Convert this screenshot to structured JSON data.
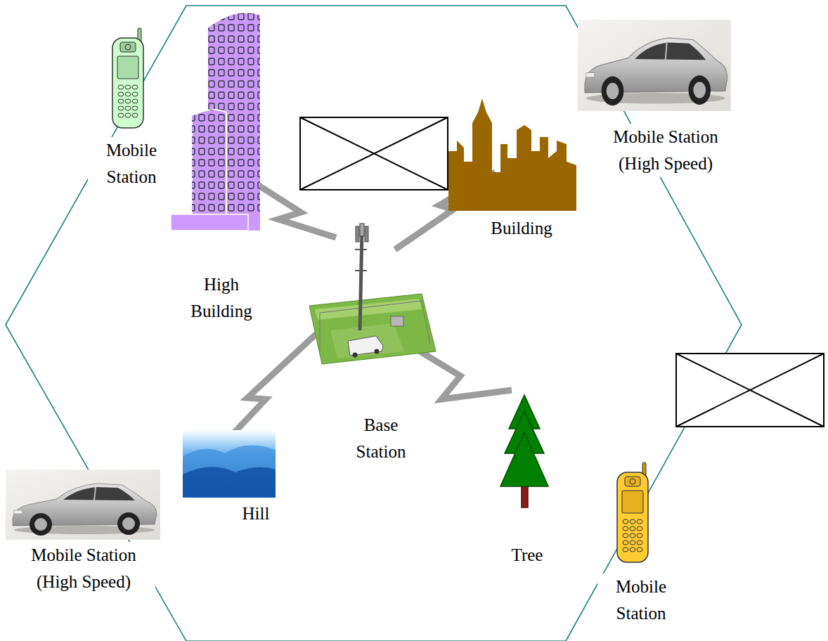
{
  "diagram": {
    "labels": [
      "Mobile Station",
      "Mobile Station (High Speed)",
      "High Building",
      "Building",
      "Base Station",
      "Hill",
      "Mobile Station (High Speed)",
      "Tree",
      "Mobile Station"
    ]
  }
}
